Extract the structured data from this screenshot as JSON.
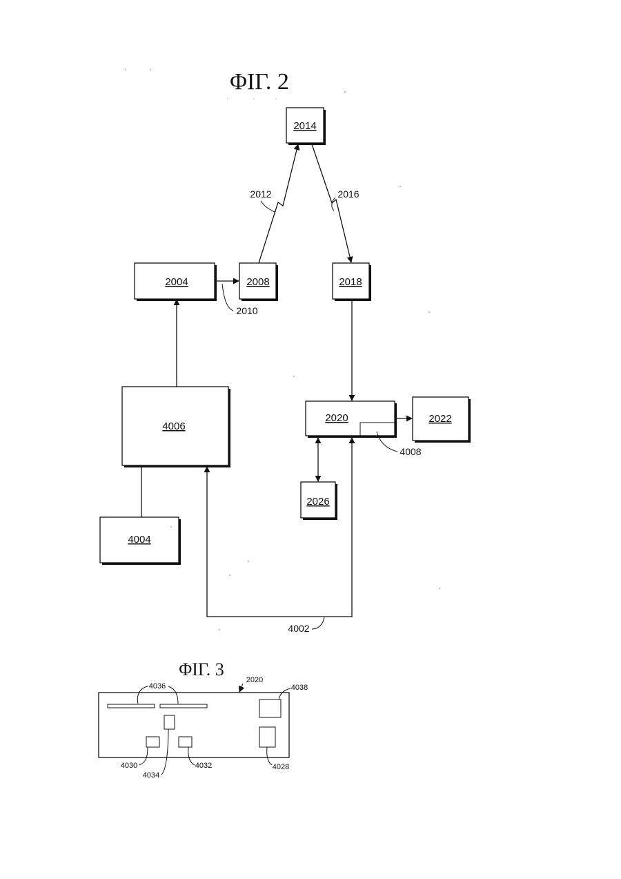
{
  "fig2": {
    "title": "ΦΙΓ. 2",
    "boxes": {
      "b2014": "2014",
      "b2004": "2004",
      "b2008": "2008",
      "b2018": "2018",
      "b4006": "4006",
      "b4004": "4004",
      "b2020": "2020",
      "b2022": "2022",
      "b2026": "2026"
    },
    "refs": {
      "r2012": "2012",
      "r2016": "2016",
      "r2010": "2010",
      "r4008": "4008",
      "r4002": "4002"
    }
  },
  "fig3": {
    "title": "ΦΙΓ. 3",
    "refs": {
      "r2020": "2020",
      "r4036": "4036",
      "r4038": "4038",
      "r4030": "4030",
      "r4034": "4034",
      "r4032": "4032",
      "r4028": "4028"
    }
  }
}
